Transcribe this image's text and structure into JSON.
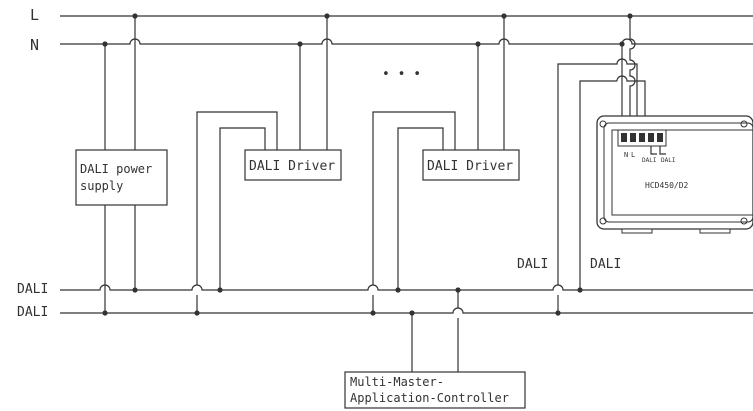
{
  "buses": {
    "l_label": "L",
    "n_label": "N",
    "dali1_label": "DALI",
    "dali2_label": "DALI"
  },
  "blocks": {
    "power_supply": [
      "DALI power",
      "supply"
    ],
    "driver1": "DALI Driver",
    "driver2": "DALI Driver",
    "controller": [
      "Multi-Master-",
      "Application-Controller"
    ]
  },
  "ellipsis": "• • •",
  "device": {
    "model": "HCD450/D2",
    "terminal_n": "N",
    "terminal_l": "L",
    "terminal_dali1": "DALI",
    "terminal_dali2": "DALI",
    "dali_label1": "DALI",
    "dali_label2": "DALI"
  }
}
